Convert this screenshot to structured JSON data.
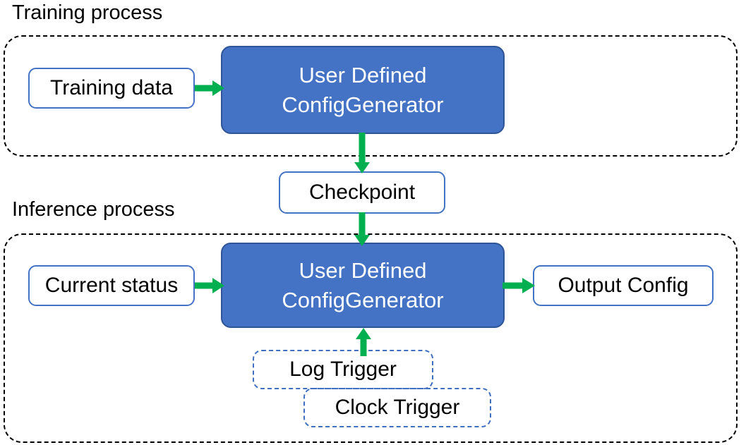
{
  "diagram": {
    "title_training": "Training process",
    "title_inference": "Inference process",
    "colors": {
      "process_fill": "#4472C4",
      "process_border": "#2F5597",
      "node_border": "#4472C4",
      "trigger_border": "#3F6FC0",
      "arrow": "#00B050",
      "group_border": "#000000",
      "text_dark": "#000000",
      "text_light": "#FFFFFF"
    },
    "training": {
      "label": "Training process",
      "input": "Training data",
      "process_line1": "User Defined",
      "process_line2": "ConfigGenerator"
    },
    "checkpoint": {
      "label": "Checkpoint"
    },
    "inference": {
      "label": "Inference process",
      "input": "Current status",
      "process_line1": "User Defined",
      "process_line2": "ConfigGenerator",
      "output": "Output Config",
      "triggers": [
        {
          "label": "Log Trigger"
        },
        {
          "label": "Clock Trigger"
        }
      ]
    },
    "edges": [
      {
        "from": "Training data",
        "to": "User Defined ConfigGenerator",
        "direction": "right"
      },
      {
        "from": "User Defined ConfigGenerator",
        "to": "Checkpoint",
        "direction": "down"
      },
      {
        "from": "Checkpoint",
        "to": "User Defined ConfigGenerator",
        "direction": "down"
      },
      {
        "from": "Current status",
        "to": "User Defined ConfigGenerator",
        "direction": "right"
      },
      {
        "from": "User Defined ConfigGenerator",
        "to": "Output Config",
        "direction": "right"
      },
      {
        "from": "Log Trigger",
        "to": "User Defined ConfigGenerator",
        "direction": "up"
      }
    ]
  }
}
